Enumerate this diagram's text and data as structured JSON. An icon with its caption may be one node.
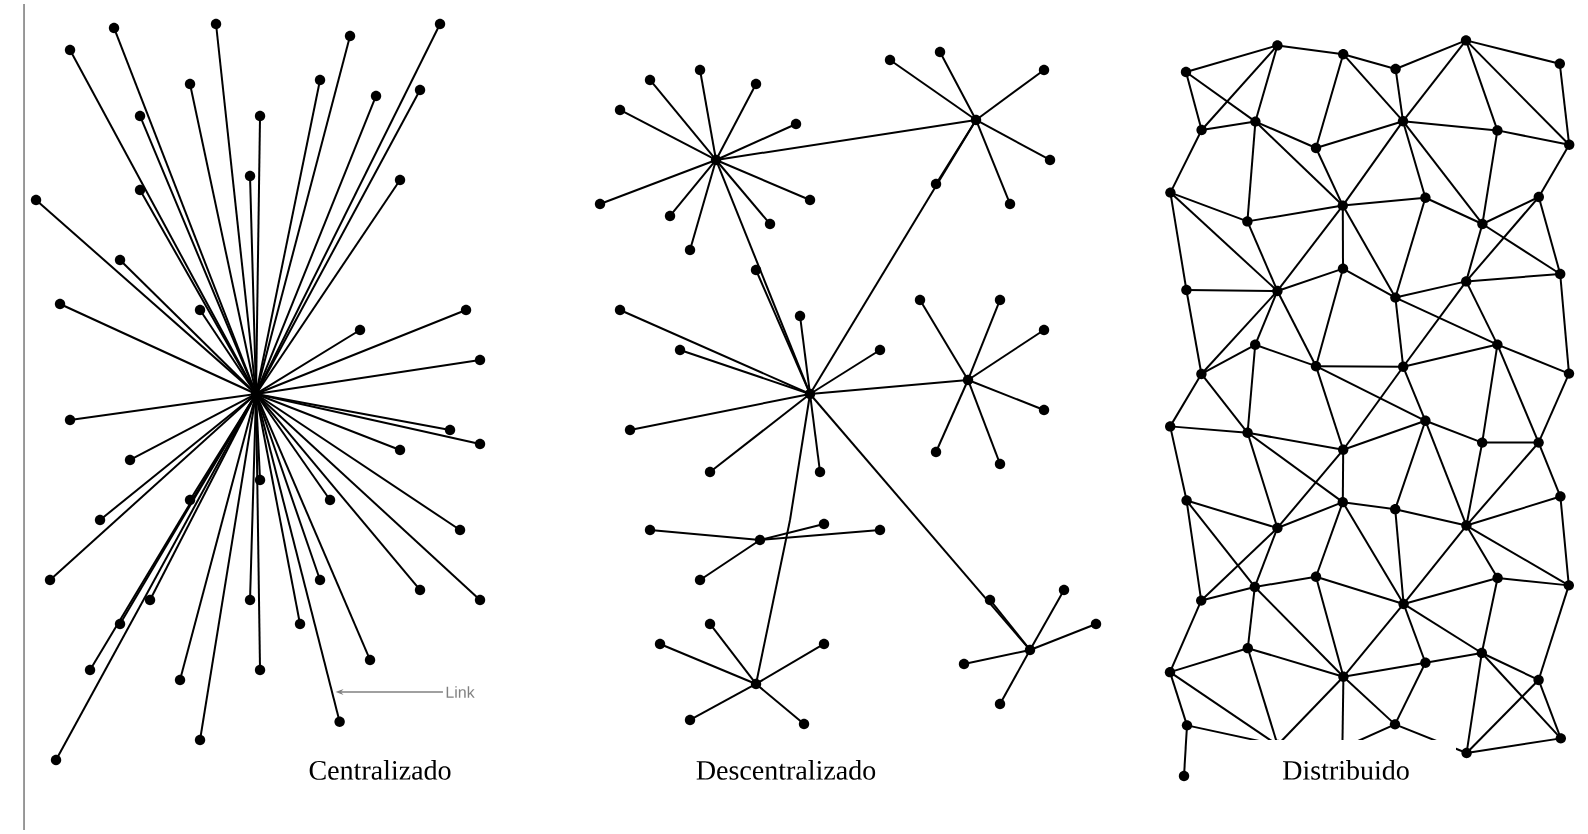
{
  "diagram": {
    "nodes": [
      {
        "text": [
          "Link"
        ]
      },
      {
        "text": [],
        "shape": "line"
      }
    ],
    "edges": [
      {
        "from": 0,
        "to": 1,
        "arrow": "to"
      }
    ],
    "labels": [
      "Centralizado",
      "Descentralizado",
      "Distribuido"
    ]
  }
}
